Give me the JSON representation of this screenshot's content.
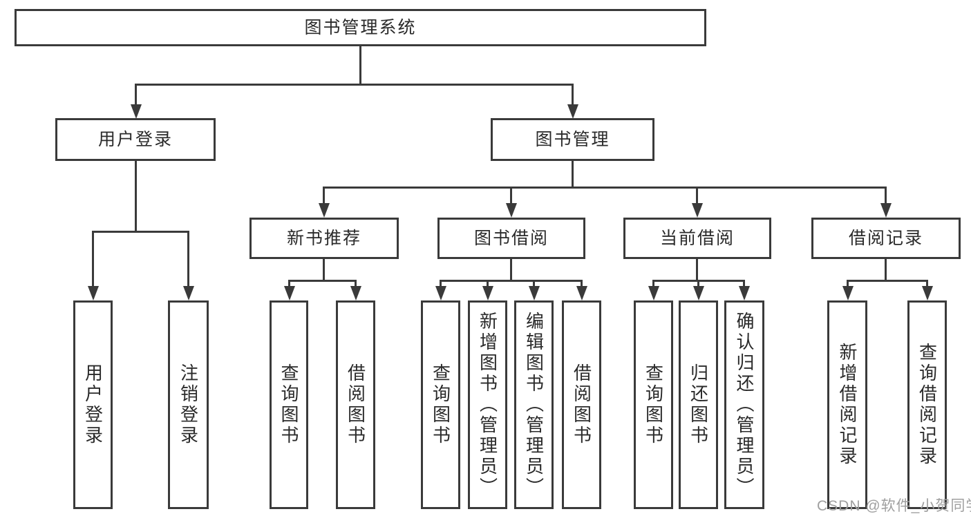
{
  "diagram": {
    "title": "图书管理系统",
    "root": {
      "label": "图书管理系统"
    },
    "level2": {
      "user_login": {
        "label": "用户登录"
      },
      "book_management": {
        "label": "图书管理"
      }
    },
    "level3": {
      "new_book_recommend": {
        "label": "新书推荐"
      },
      "book_borrow": {
        "label": "图书借阅"
      },
      "current_borrow": {
        "label": "当前借阅"
      },
      "borrow_records": {
        "label": "借阅记录"
      }
    },
    "leaves": {
      "user_login_leaf": {
        "label": "用户登录"
      },
      "logout_leaf": {
        "label": "注销登录"
      },
      "recommend_query_books": {
        "label": "查询图书"
      },
      "recommend_borrow_books": {
        "label": "借阅图书"
      },
      "borrow_query_books": {
        "label": "查询图书"
      },
      "add_books_admin": {
        "label": "新增图书（管理员）"
      },
      "edit_books_admin": {
        "label": "编辑图书（管理员）"
      },
      "borrow_borrow_books": {
        "label": "借阅图书"
      },
      "current_query_books": {
        "label": "查询图书"
      },
      "return_books": {
        "label": "归还图书"
      },
      "confirm_return_admin": {
        "label": "确认归还（管理员）"
      },
      "add_borrow_record": {
        "label": "新增借阅记录"
      },
      "query_borrow_record": {
        "label": "查询借阅记录"
      }
    }
  },
  "watermark": {
    "text": "CSDN @软件_小贺同学"
  },
  "colors": {
    "line": "#3a3a3a",
    "box_border": "#3a3a3a",
    "box_fill": "#ffffff",
    "text": "#2a2a2a",
    "watermark": "#9f9f9f",
    "background": "#ffffff"
  }
}
